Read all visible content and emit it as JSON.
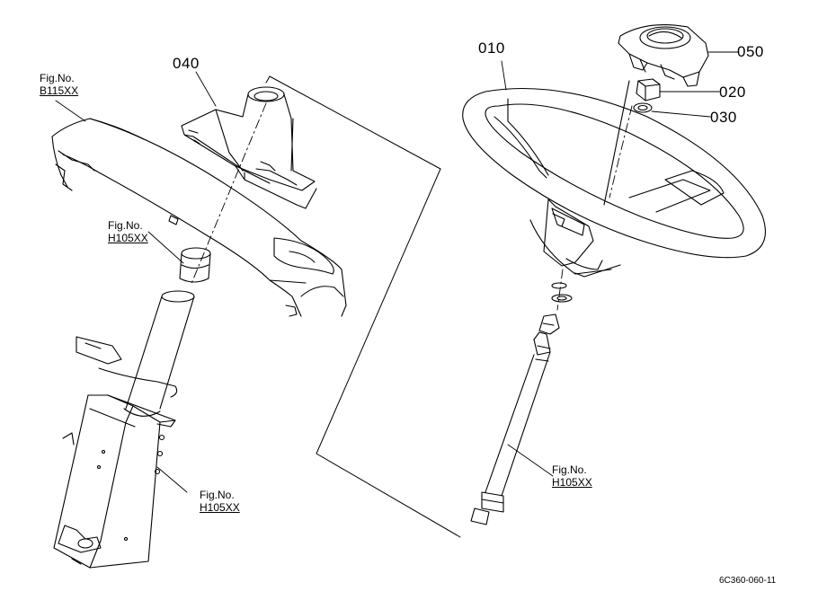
{
  "parts": {
    "p010": "010",
    "p020": "020",
    "p030": "030",
    "p040": "040",
    "p050": "050"
  },
  "figrefs": [
    {
      "label": "Fig.No.",
      "ref": "B115XX"
    },
    {
      "label": "Fig.No.",
      "ref": "H105XX"
    },
    {
      "label": "Fig.No.",
      "ref": "H105XX"
    },
    {
      "label": "Fig.No.",
      "ref": "H105XX"
    }
  ],
  "drawing_code": "6C360-060-11"
}
